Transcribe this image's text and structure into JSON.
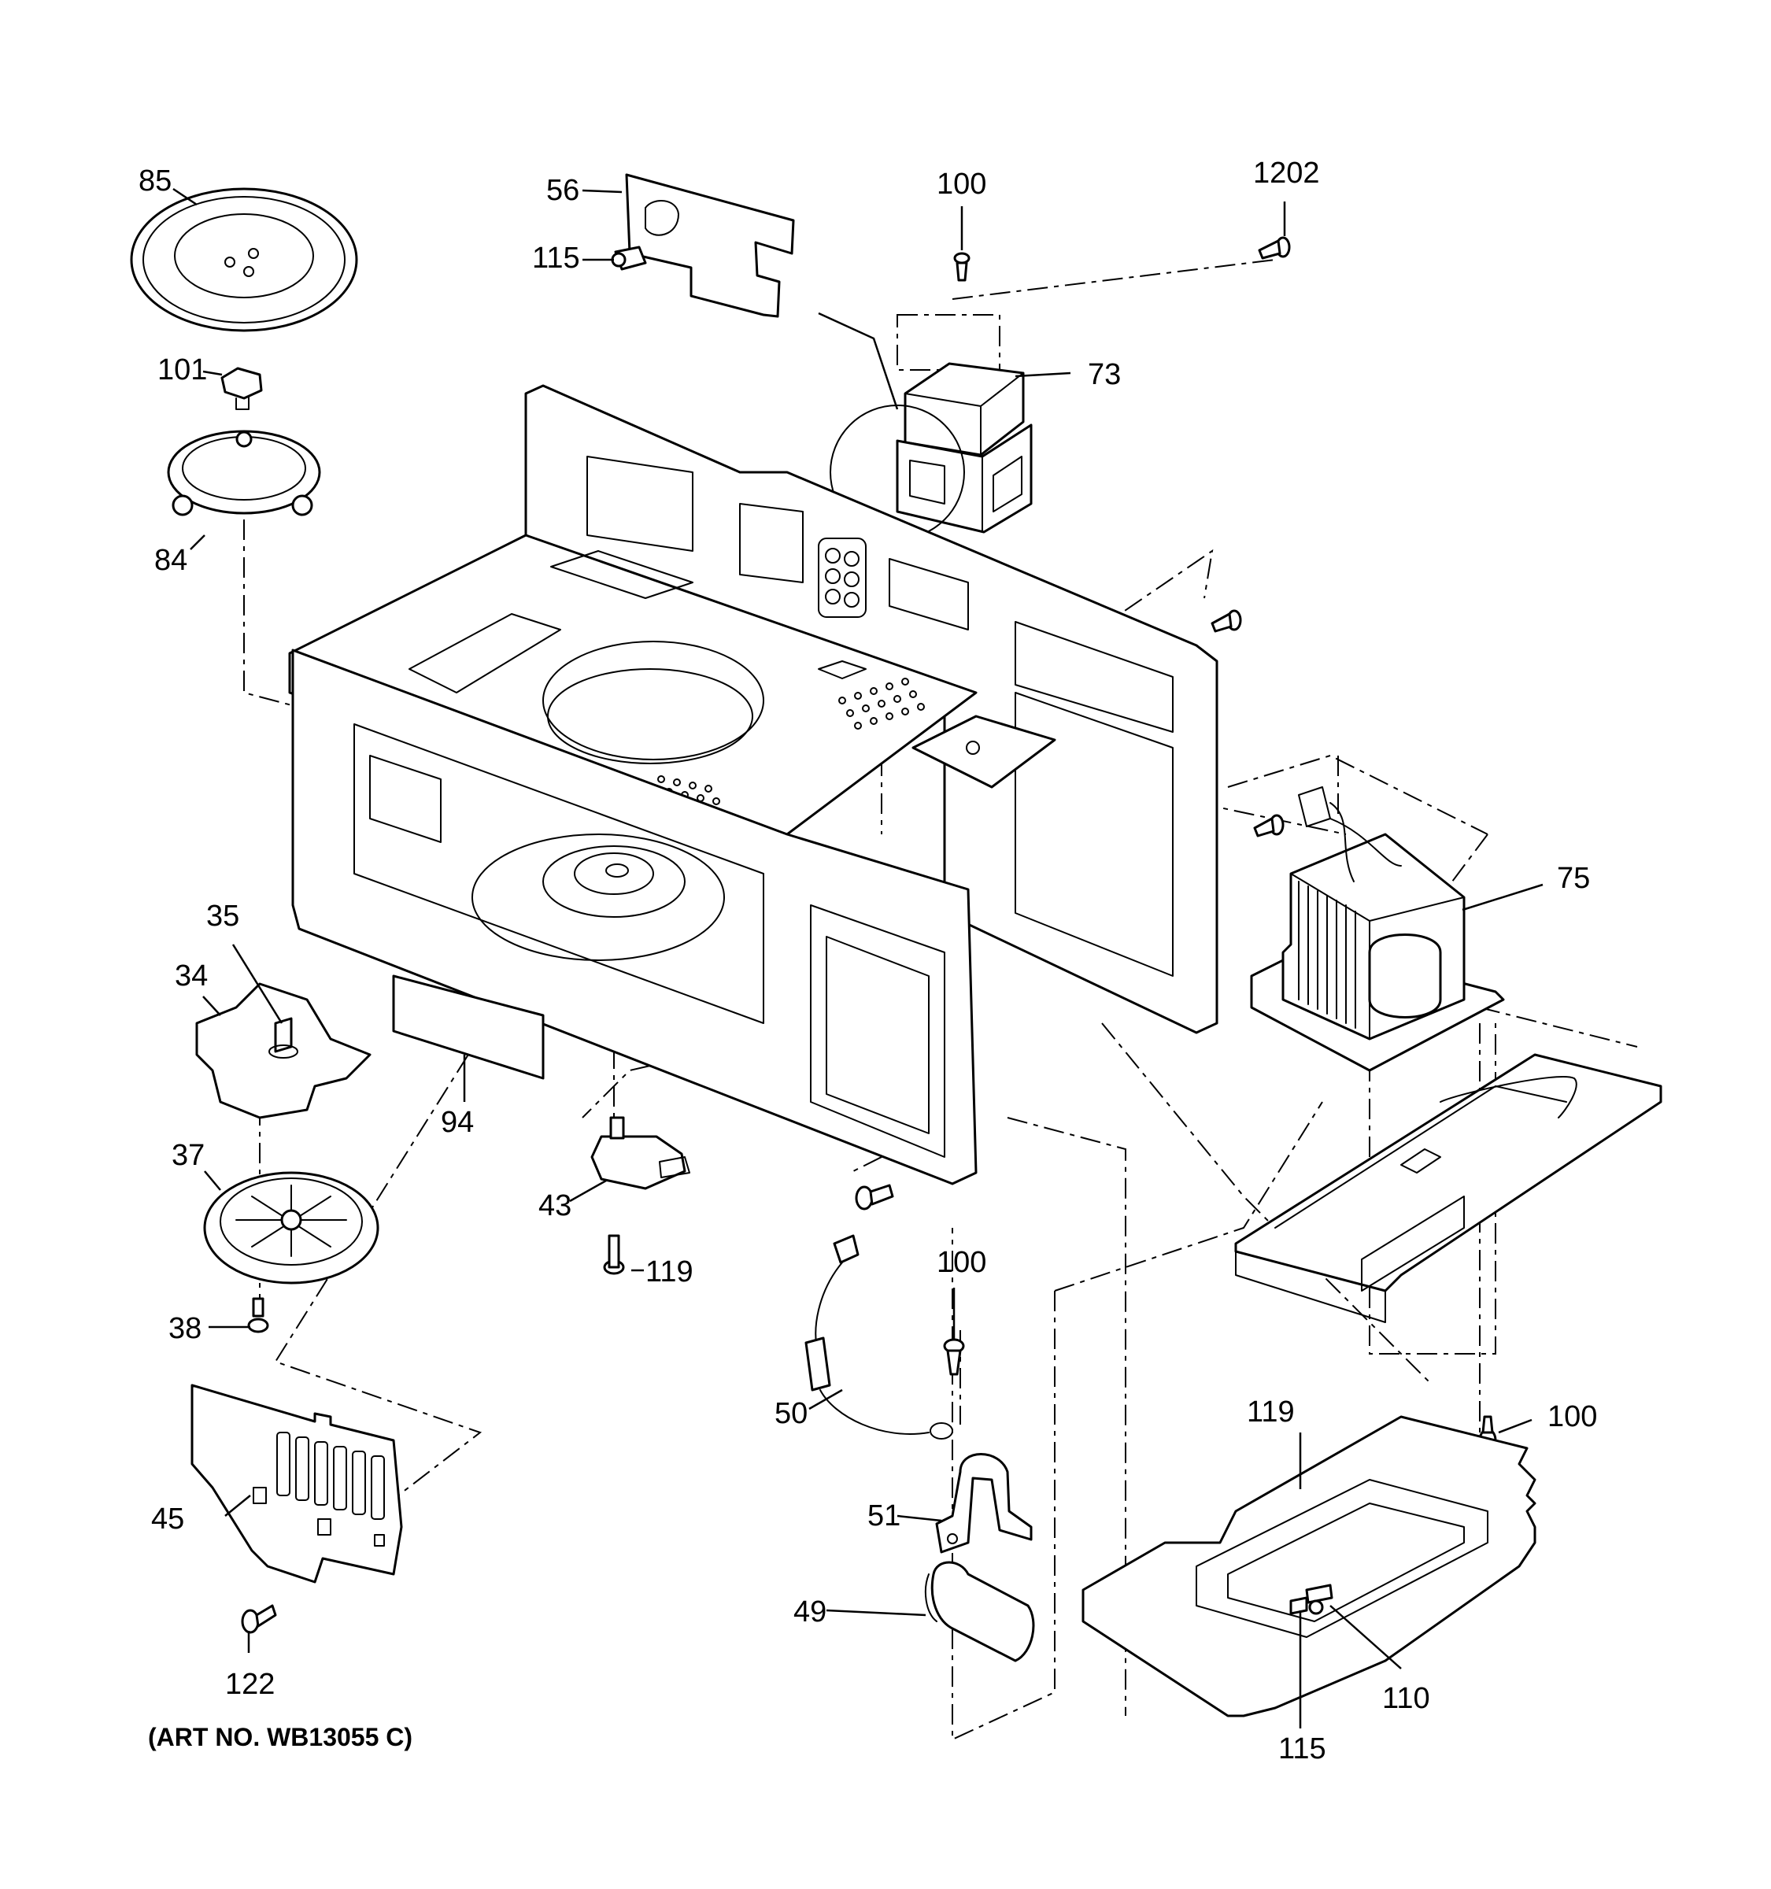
{
  "labels": {
    "l85": "85",
    "l56": "56",
    "l115a": "115",
    "l100a": "100",
    "l1202": "1202",
    "l101": "101",
    "l73": "73",
    "l84": "84",
    "l75": "75",
    "l35": "35",
    "l34": "34",
    "l94": "94",
    "l37": "37",
    "l43": "43",
    "l119a": "119",
    "l100b": "100",
    "l38": "38",
    "l50": "50",
    "l119b": "119",
    "l100c": "100",
    "l51": "51",
    "l45": "45",
    "l49": "49",
    "l110": "110",
    "l122": "122",
    "l115b": "115"
  },
  "caption": "(ART NO. WB13055 C)"
}
